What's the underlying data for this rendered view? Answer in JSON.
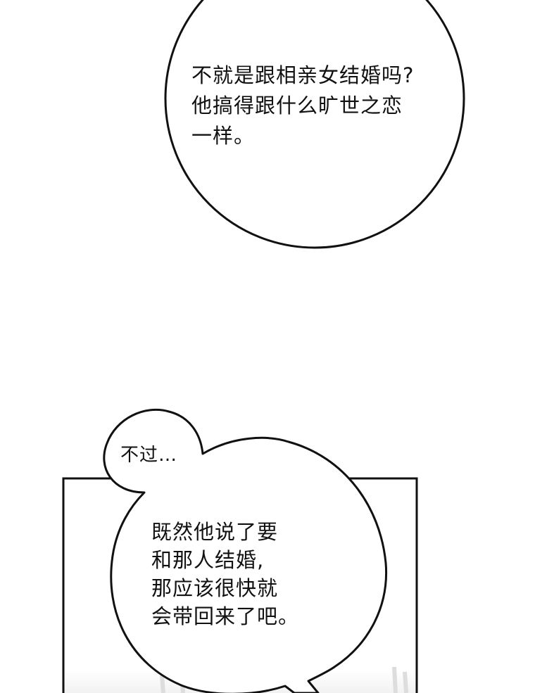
{
  "bubbles": {
    "top": {
      "lines": [
        "不就是跟相亲女结婚吗?",
        "他搞得跟什么旷世之恋",
        "一样。"
      ]
    },
    "small": {
      "lines": [
        "不过…"
      ]
    },
    "bottom": {
      "lines": [
        "既然他说了要",
        "和那人结婚,",
        "那应该很快就",
        "会带回来了吧。"
      ]
    }
  },
  "colors": {
    "background": "#ffffff",
    "ink": "#111111",
    "panel_bottom_tint": "#ececec"
  }
}
